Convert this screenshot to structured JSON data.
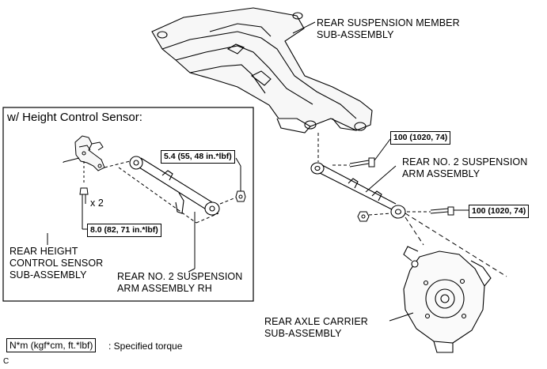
{
  "labels": {
    "member": [
      "REAR SUSPENSION MEMBER",
      "SUB-ASSEMBLY"
    ],
    "arm": [
      "REAR NO. 2 SUSPENSION",
      "ARM ASSEMBLY"
    ],
    "carrier": [
      "REAR AXLE CARRIER",
      "SUB-ASSEMBLY"
    ],
    "sensor": [
      "REAR HEIGHT",
      "CONTROL SENSOR",
      "SUB-ASSEMBLY"
    ],
    "arm_rh": [
      "REAR NO. 2 SUSPENSION",
      "ARM ASSEMBLY RH"
    ]
  },
  "inset": {
    "title": "w/ Height Control Sensor:",
    "qty": "x 2"
  },
  "torques": {
    "bolt_upper": "100 (1020, 74)",
    "bolt_lower": "100 (1020, 74)",
    "inset_nut": "5.4 (55, 48 in.*lbf)",
    "inset_bolt": "8.0 (82, 71 in.*lbf)"
  },
  "legend": {
    "unit": "N*m (kgf*cm, ft.*lbf)",
    "text": ": Specified torque"
  },
  "ref_code": "C"
}
